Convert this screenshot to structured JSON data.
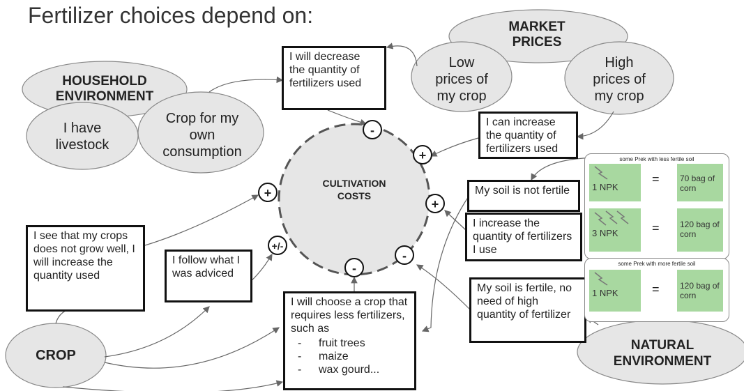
{
  "title": "Fertilizer choices depend on:",
  "center": {
    "line1": "CULTIVATION",
    "line2": "COSTS"
  },
  "groups": {
    "household": {
      "label_line1": "HOUSEHOLD",
      "label_line2": "ENVIRONMENT",
      "livestock": [
        "I have",
        "livestock"
      ],
      "consumption": [
        "Crop for my",
        "own",
        "consumption"
      ]
    },
    "market": {
      "label_line1": "MARKET",
      "label_line2": "PRICES",
      "low": [
        "Low",
        "prices of",
        "my crop"
      ],
      "high": [
        "High",
        "prices of",
        "my crop"
      ]
    },
    "crop": {
      "label": "CROP"
    },
    "natural": {
      "label_line1": "NATURAL",
      "label_line2": "ENVIRONMENT"
    }
  },
  "boxes": {
    "decrease": "I will decrease the quantity of fertilizers used",
    "increase_can": "I can increase the quantity of fertilizers used",
    "soil_not_fertile": "My soil is not fertile",
    "increase_use": "I increase the quantity of fertilizers I use",
    "soil_fertile": "My soil is fertile, no need of high quantity of fertilizer",
    "see_crops": "I see that my crops does not grow well, I will increase the quantity used",
    "follow_advice": "I follow what I was adviced",
    "choose_crop": "I will choose a crop that requires less fertilizers, such as",
    "choose_crop_items": [
      "fruit trees",
      "maize",
      "wax gourd..."
    ]
  },
  "signs": [
    "-",
    "+",
    "+",
    "+",
    "+/-",
    "-",
    "-"
  ],
  "panel_less": {
    "title": "some Prek with less fertile soil",
    "rows": [
      {
        "npk": "1 NPK",
        "eq": "=",
        "result": "70 bag of corn"
      },
      {
        "npk": "3 NPK",
        "eq": "=",
        "result": "120 bag of corn"
      }
    ]
  },
  "panel_more": {
    "title": "some Prek with more fertile soil",
    "rows": [
      {
        "npk": "1 NPK",
        "eq": "=",
        "result": "120 bag of corn"
      }
    ]
  },
  "colors": {
    "ellipse_fill": "#e6e6e6",
    "ellipse_stroke": "#888888",
    "green_cell": "#a8d8a0",
    "center_fill": "#e6e6e6"
  }
}
